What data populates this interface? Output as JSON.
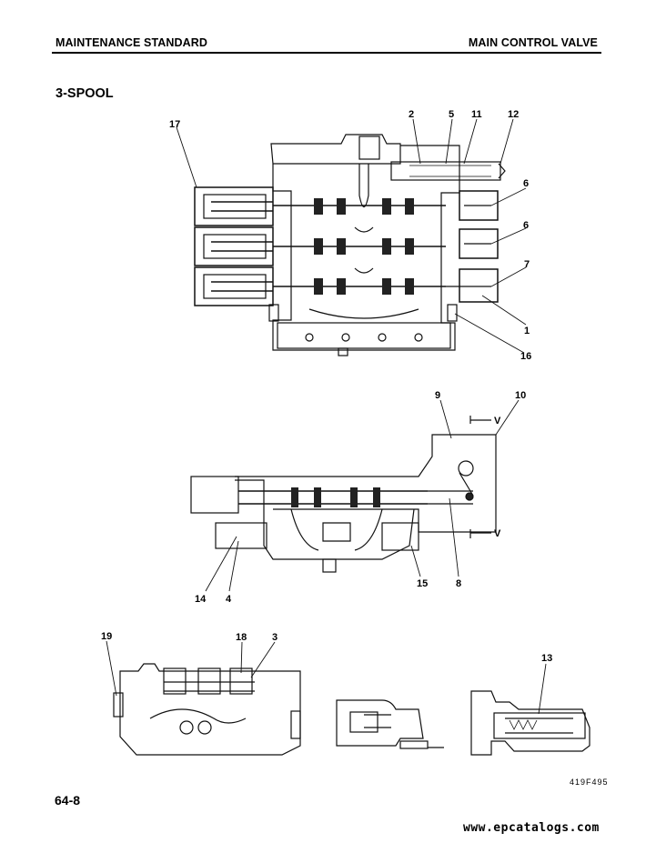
{
  "header": {
    "left": "MAINTENANCE STANDARD",
    "right": "MAIN CONTROL VALVE"
  },
  "section_title": "3-SPOOL",
  "callouts": {
    "top": [
      "17",
      "2",
      "5",
      "11",
      "12",
      "6",
      "6",
      "7",
      "1",
      "16"
    ],
    "middle": [
      "9",
      "10",
      "V",
      "V",
      "14",
      "4",
      "15",
      "8"
    ],
    "bottom": [
      "19",
      "18",
      "3",
      "13"
    ]
  },
  "drawing_code": "419F495",
  "page_number": "64-8",
  "watermark": "www.epcatalogs.com"
}
